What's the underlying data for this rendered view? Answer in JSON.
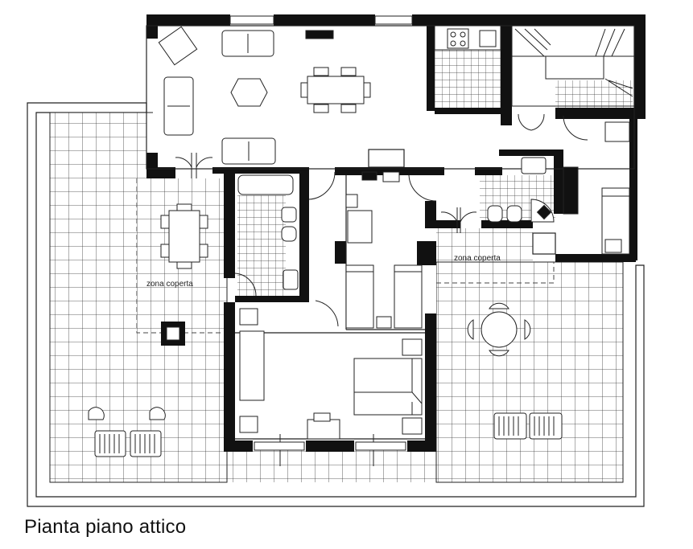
{
  "caption": "Pianta piano attico",
  "plan_labels": {
    "covered_zone_left": "zona coperta",
    "covered_zone_right": "zona coperta"
  },
  "colors": {
    "wall": "#111111",
    "line": "#222222",
    "grid": "#333333",
    "background": "#ffffff"
  },
  "icons": [
    "stove-icon",
    "sofa-icon",
    "table-icon",
    "bed-icon",
    "toilet-icon",
    "sink-icon",
    "bathtub-icon",
    "shower-icon",
    "stairs-icon",
    "lounger-icon",
    "fireplace-icon"
  ]
}
